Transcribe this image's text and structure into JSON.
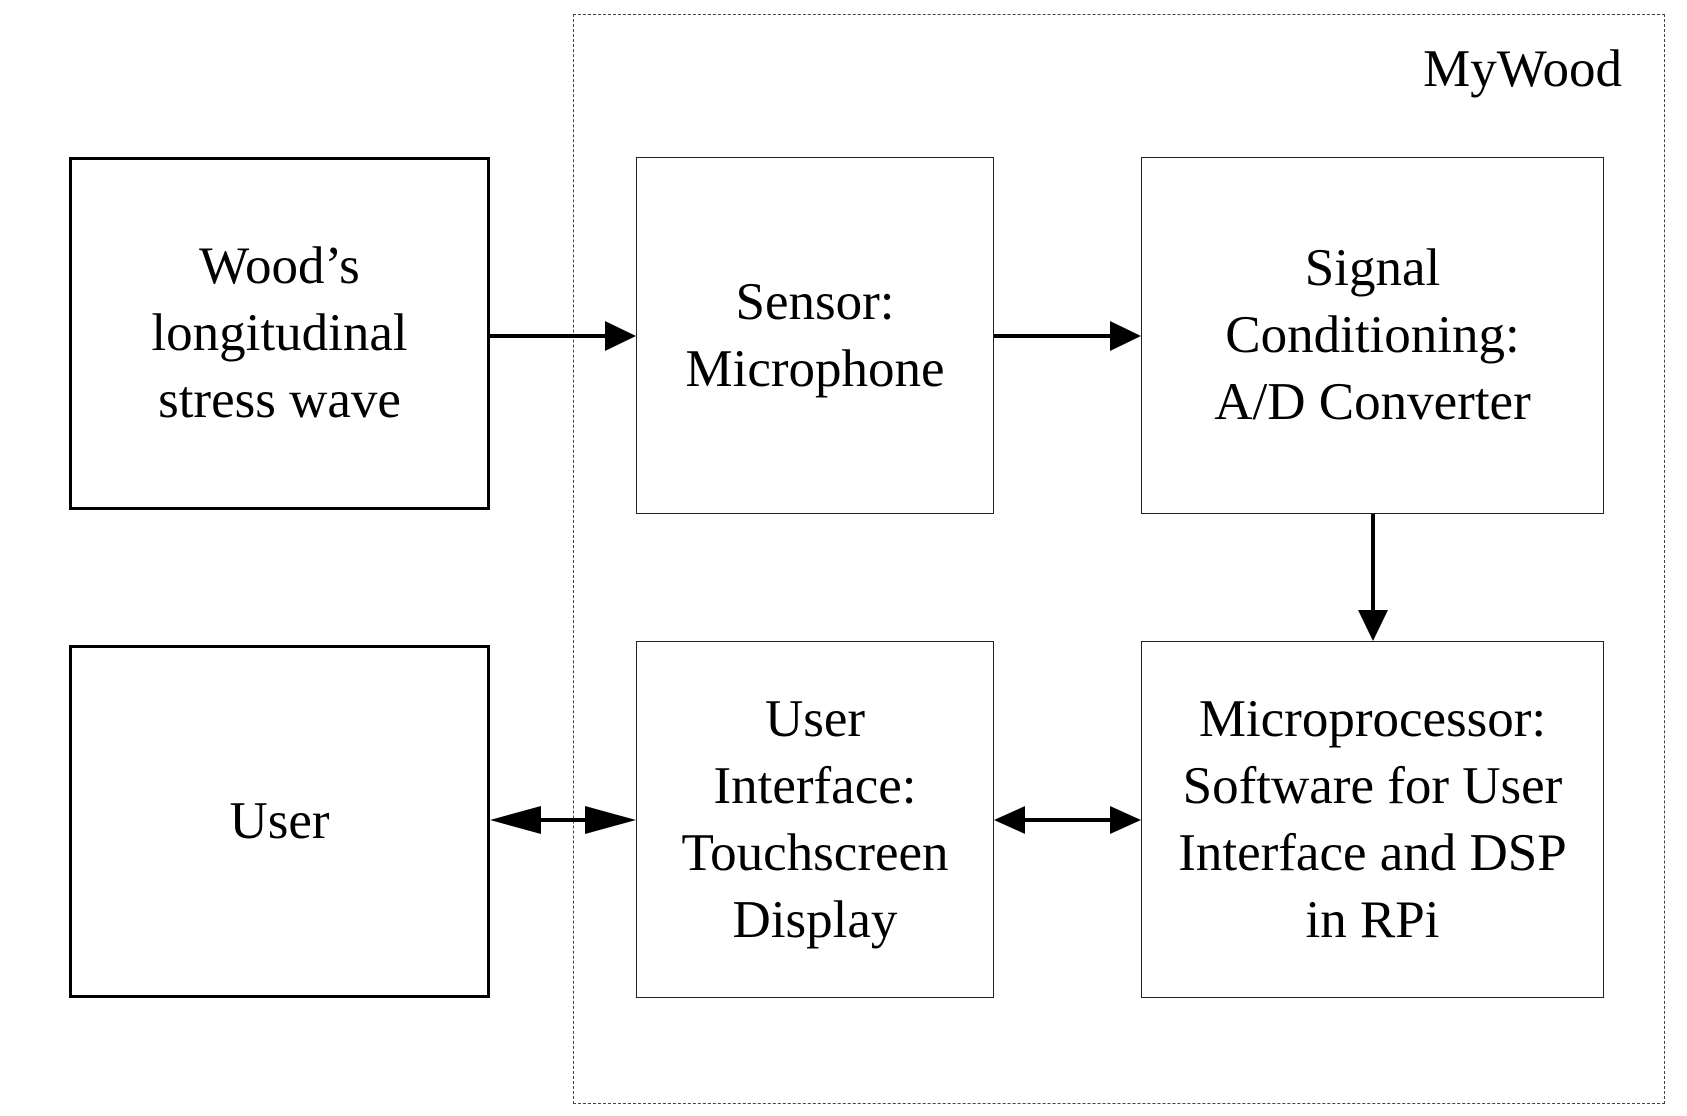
{
  "diagram": {
    "group_label": "MyWood",
    "boxes": {
      "stress_wave": "Wood’s\nlongitudinal\nstress wave",
      "user": "User",
      "sensor": "Sensor:\nMicrophone",
      "signal_conditioning": "Signal\nConditioning:\nA/D Converter",
      "user_interface": "User\nInterface:\nTouchscreen\nDisplay",
      "microprocessor": "Microprocessor:\nSoftware for User\nInterface and DSP\nin RPi"
    }
  }
}
